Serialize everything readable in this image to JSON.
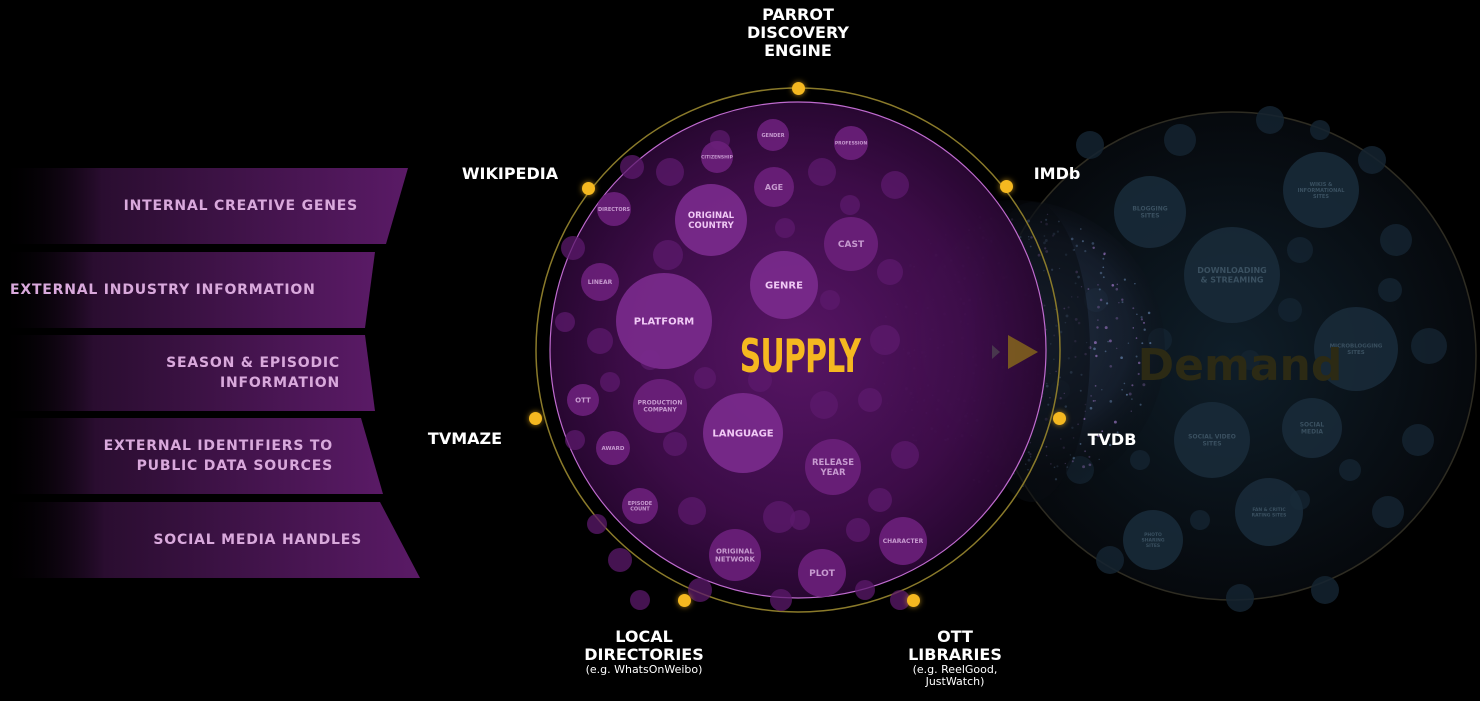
{
  "banners": [
    {
      "label": "INTERNAL CREATIVE GENES"
    },
    {
      "label": "EXTERNAL INDUSTRY INFORMATION"
    },
    {
      "label": "SEASON & EPISODIC\nINFORMATION"
    },
    {
      "label": "EXTERNAL IDENTIFIERS TO\nPUBLIC DATA SOURCES"
    },
    {
      "label": "SOCIAL MEDIA HANDLES"
    }
  ],
  "sources": {
    "parrot": "PARROT\nDISCOVERY\nENGINE",
    "wikipedia": "WIKIPEDIA",
    "imdb": "IMDb",
    "tvmaze": "TVMAZE",
    "tvdb": "TVDB",
    "local": "LOCAL\nDIRECTORIES",
    "local_sub": "(e.g. WhatsOnWeibo)",
    "ott": "OTT\nLIBRARIES",
    "ott_sub": "(e.g. ReelGood,\nJustWatch)"
  },
  "supply": {
    "title": "SUPPLY",
    "bubbles": {
      "original_country": "ORIGINAL\nCOUNTRY",
      "age": "AGE",
      "cast": "CAST",
      "genre": "GENRE",
      "platform": "PLATFORM",
      "production_company": "PRODUCTION\nCOMPANY",
      "language": "LANGUAGE",
      "release_year": "RELEASE\nYEAR",
      "original_network": "ORIGINAL\nNETWORK",
      "plot": "PLOT",
      "character": "CHARACTER",
      "linear": "LINEAR",
      "ott": "OTT",
      "award": "AWARD",
      "episode_count": "EPISODE\nCOUNT",
      "directors": "DIRECTORS",
      "citizenship": "CITIZENSHIP",
      "gender": "GENDER",
      "profession": "PROFESSION"
    }
  },
  "demand": {
    "title": "Demand",
    "bubbles": {
      "blogging": "BLOGGING\nSITES",
      "wikis": "WIKIS &\nINFORMATIONAL\nSITES",
      "downloading": "DOWNLOADING\n& STREAMING",
      "microblogging": "MICROBLOGGING\nSITES",
      "social_video": "SOCIAL VIDEO\nSITES",
      "social_media": "SOCIAL\nMEDIA",
      "rating": "FAN & CRITIC\nRATING SITES",
      "photo": "PHOTO\nSHARING\nSITES"
    }
  },
  "colors": {
    "gold": "#f5b820",
    "supply_fill": "#4a0f57",
    "bubble": "#7b2a8c",
    "banner_text": "#d9a9dc",
    "demand_circle": "#1a2a36"
  }
}
